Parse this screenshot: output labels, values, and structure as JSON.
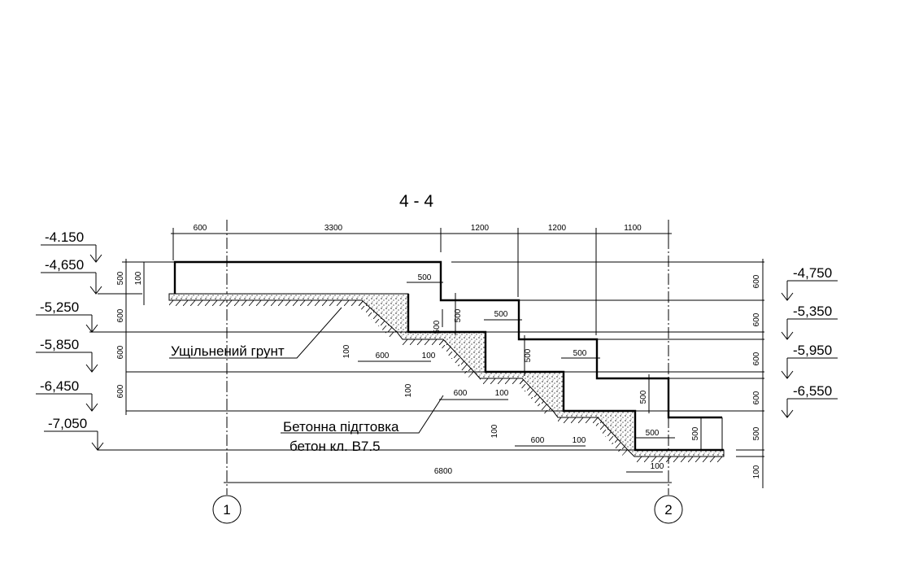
{
  "title": "4 - 4",
  "top_dims": [
    "600",
    "3300",
    "1200",
    "1200",
    "1100"
  ],
  "left_levels": [
    "-4.150",
    "-4,650",
    "-5,250",
    "-5,850",
    "-6,450",
    "-7,050"
  ],
  "right_levels": [
    "-4,750",
    "-5,350",
    "-5,950",
    "-6,550"
  ],
  "left_vdims": [
    "500",
    "100",
    "600",
    "600",
    "600"
  ],
  "right_vdims": [
    "600",
    "600",
    "600",
    "600",
    "500",
    "100"
  ],
  "step_dims": {
    "h500": [
      "500",
      "500",
      "500",
      "500"
    ],
    "v500": [
      "500",
      "500",
      "500",
      "500",
      "500"
    ],
    "d600": [
      "600",
      "600",
      "600"
    ],
    "d100": [
      "100",
      "100",
      "100",
      "100"
    ],
    "v100": [
      "100",
      "100",
      "100"
    ]
  },
  "bottom_dim": "6800",
  "notes": {
    "soil": "Ущільнений грунт",
    "concrete_line1": "Бетонна підгтовка",
    "concrete_line2": "бетон кл. В7.5"
  },
  "axes": [
    "1",
    "2"
  ]
}
